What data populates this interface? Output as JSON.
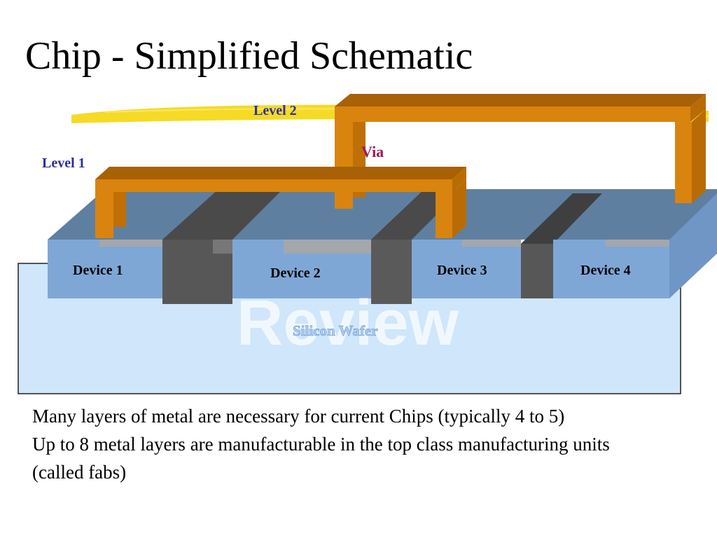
{
  "title": "Chip - Simplified Schematic",
  "labels": {
    "level_1": "Level 1",
    "level_2": "Level 2",
    "via": "Via",
    "devices": [
      "Device 1",
      "Device 2",
      "Device 3",
      "Device 4"
    ],
    "silicon_wafer": "Silicon Wafer",
    "watermark": "Review"
  },
  "caption": [
    "Many layers of metal are necessary for current Chips (typically 4 to 5)",
    "Up to 8 metal layers are manufacturable in the top class manufacturing units (called fabs)"
  ],
  "colors": {
    "title": "#000000",
    "level_label": "#2b2f9f",
    "via_label": "#9b1b5a",
    "metal": "#d9840e",
    "wafer": "#cfe6fb",
    "device_block": "#5f84ad",
    "device_front": "#7fa7d6",
    "isolation": "#4a4a4a",
    "highlighter": "#f3d400"
  }
}
